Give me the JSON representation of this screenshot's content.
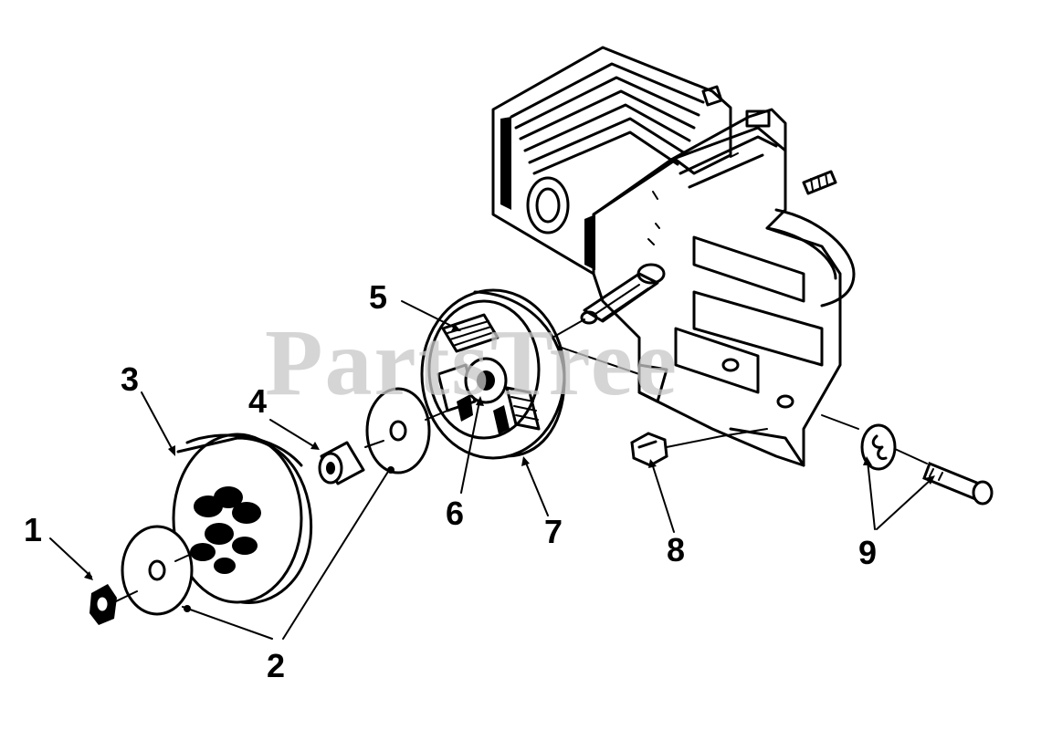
{
  "watermark": {
    "text": "PartsTree"
  },
  "callouts": [
    {
      "id": "1",
      "label": "1"
    },
    {
      "id": "2",
      "label": "2"
    },
    {
      "id": "3",
      "label": "3"
    },
    {
      "id": "4",
      "label": "4"
    },
    {
      "id": "5",
      "label": "5"
    },
    {
      "id": "6",
      "label": "6"
    },
    {
      "id": "7",
      "label": "7"
    },
    {
      "id": "8",
      "label": "8"
    },
    {
      "id": "9",
      "label": "9"
    }
  ]
}
